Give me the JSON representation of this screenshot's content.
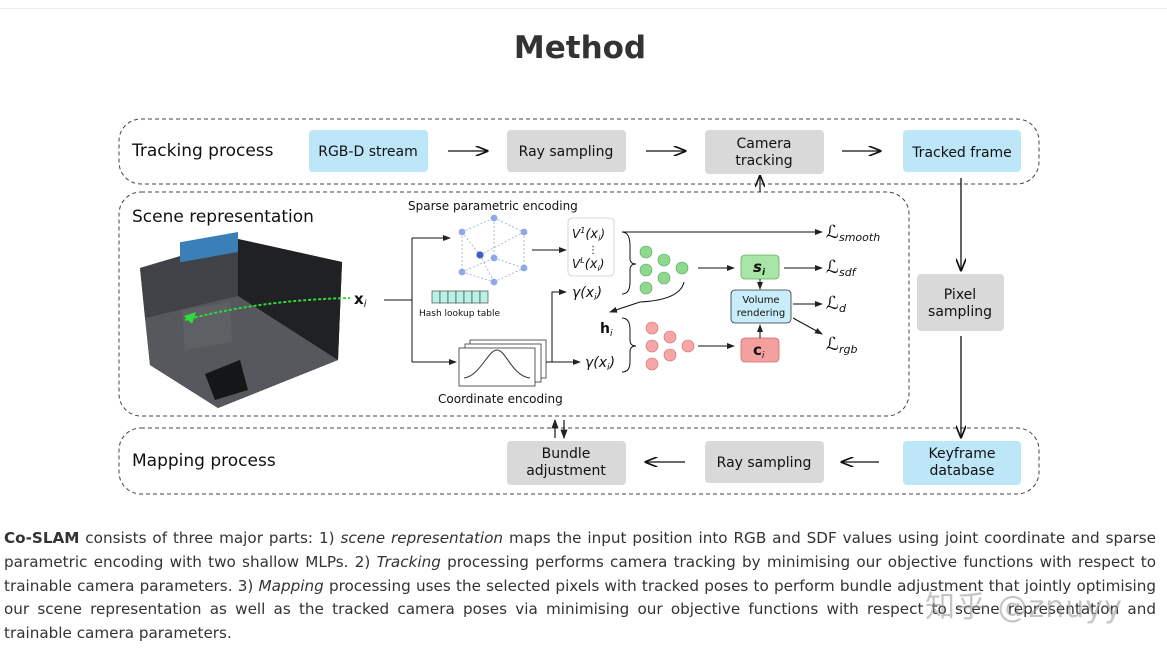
{
  "page": {
    "title": "Method"
  },
  "diagram": {
    "tracking_label": "Tracking process",
    "scene_label": "Scene representation",
    "mapping_label": "Mapping process",
    "rgbd_stream": "RGB-D stream",
    "ray_sampling_top": "Ray sampling",
    "camera_tracking_l1": "Camera",
    "camera_tracking_l2": "tracking",
    "tracked_frame": "Tracked frame",
    "pixel_sampling_l1": "Pixel",
    "pixel_sampling_l2": "sampling",
    "keyframe_db_l1": "Keyframe",
    "keyframe_db_l2": "database",
    "ray_sampling_bottom": "Ray sampling",
    "bundle_adj_l1": "Bundle",
    "bundle_adj_l2": "adjustment",
    "sparse_encoding": "Sparse parametric encoding",
    "hash_table": "Hash lookup table",
    "coord_encoding": "Coordinate encoding",
    "volume_rendering_l1": "Volume",
    "volume_rendering_l2": "rendering",
    "input_x": "x",
    "input_x_sub": "i",
    "sym_s": "s",
    "sym_c": "c",
    "sym_h": "h",
    "sym_gamma": "γ(x",
    "sym_V": "V",
    "loss_smooth": "smooth",
    "loss_sdf": "sdf",
    "loss_d": "d",
    "loss_rgb": "rgb",
    "loss_symbol": "ℒ"
  },
  "caption": {
    "lead_bold": "Co-SLAM",
    "t1": " consists of three major parts: 1) ",
    "i1": "scene representation",
    "t2": " maps the input position into RGB and SDF values using joint coordinate and sparse parametric encoding with two shallow MLPs. 2) ",
    "i2": "Tracking",
    "t3": " processing performs camera tracking by minimising our objective functions with respect to trainable camera parameters. 3) ",
    "i3": "Mapping",
    "t4": " processing uses the selected pixels with tracked poses to perform bundle adjustment that jointly optimising our scene representation as well as the tracked camera poses via minimising our objective functions with respect to scene representation and trainable camera parameters."
  },
  "watermark": "知乎 @znuyy",
  "colors": {
    "blue_box": "#bde6f8",
    "gray_box": "#d9d9d9",
    "green_node": "#8fd98f",
    "pink_node": "#f6a6a6",
    "s_box": "#a8e6a8",
    "c_box": "#f4a0a0",
    "vr_box": "#c8ecfa"
  }
}
